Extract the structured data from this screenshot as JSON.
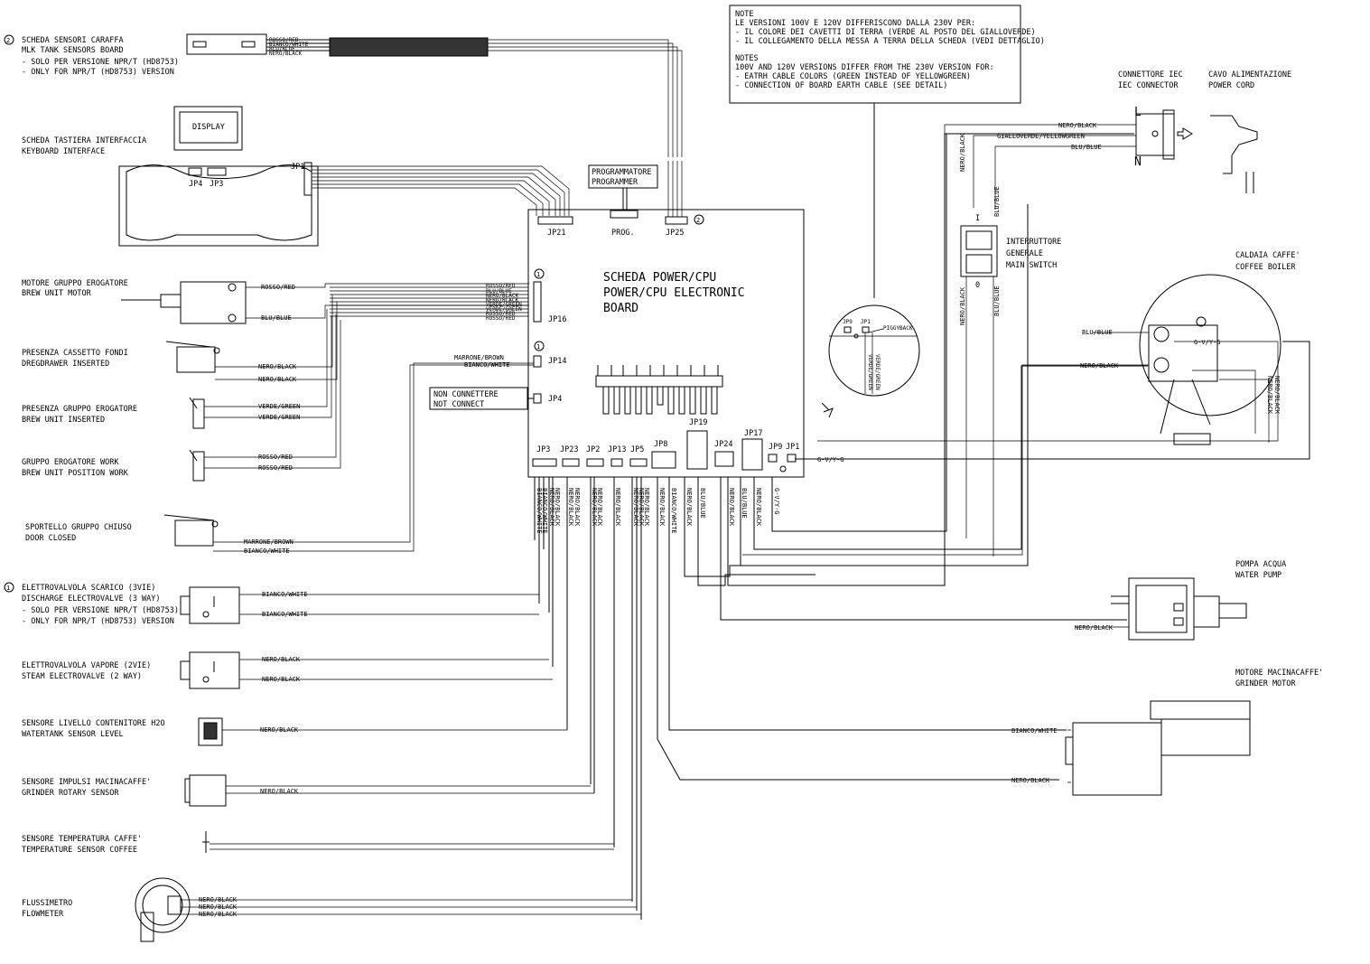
{
  "note": {
    "lines": [
      "NOTE",
      "LE VERSIONI 100V E 120V DIFFERISCONO DALLA 230V PER:",
      "- IL COLORE DEI CAVETTI DI TERRA (VERDE AL POSTO DEL GIALLOVERDE)",
      "- IL COLLEGAMENTO DELLA MESSA A TERRA DELLA SCHEDA (VEDI DETTAGLIO)",
      "",
      "NOTES",
      "100V AND 120V VERSIONS DIFFER FROM THE 230V VERSION FOR:",
      "- EATRH CABLE COLORS (GREEN INSTEAD OF YELLOWGREEN)",
      "- CONNECTION OF BOARD EARTH CABLE (SEE DETAIL)"
    ]
  },
  "board": {
    "title": [
      "SCHEDA POWER/CPU",
      "POWER/CPU ELECTRONIC",
      "BOARD"
    ],
    "jp21": "JP21",
    "prog": "PROG.",
    "jp25": "JP25",
    "jp16": "JP16",
    "jp14": "JP14",
    "jp4": "JP4",
    "bottom_connectors": [
      "JP3",
      "JP23",
      "JP2",
      "JP13",
      "JP5",
      "JP8",
      "JP19",
      "JP24",
      "JP17",
      "JP9",
      "JP1"
    ],
    "programmer": [
      "PROGRAMMATORE",
      "PROGRAMMER"
    ],
    "not_connect": [
      "NON CONNETTERE",
      "NOT CONNECT"
    ],
    "circle_mark": "1",
    "circle_mark2": "2"
  },
  "components_left": [
    {
      "lines": [
        "SCHEDA SENSORI CARAFFA",
        "MLK TANK SENSORS BOARD",
        "- SOLO PER VERSIONE NPR/T (HD8753)",
        "- ONLY FOR NPR/T (HD8753) VERSION"
      ],
      "mark": "2"
    },
    {
      "lines": [
        "SCHEDA TASTIERA INTERFACCIA",
        "KEYBOARD INTERFACE"
      ]
    },
    {
      "lines": [
        "MOTORE GRUPPO EROGATORE",
        "BREW UNIT MOTOR"
      ]
    },
    {
      "lines": [
        "PRESENZA CASSETTO FONDI",
        "DREGDRAWER INSERTED"
      ]
    },
    {
      "lines": [
        "PRESENZA GRUPPO EROGATORE",
        "BREW UNIT INSERTED"
      ]
    },
    {
      "lines": [
        "GRUPPO EROGATORE WORK",
        "BREW UNIT POSITION WORK"
      ]
    },
    {
      "lines": [
        "SPORTELLO GRUPPO CHIUSO",
        "DOOR CLOSED"
      ]
    },
    {
      "lines": [
        "ELETTROVALVOLA SCARICO (3VIE)",
        "DISCHARGE ELECTROVALVE (3 WAY)",
        "- SOLO PER VERSIONE NPR/T (HD8753)",
        "- ONLY FOR NPR/T (HD8753) VERSION"
      ],
      "mark": "1"
    },
    {
      "lines": [
        "ELETTROVALVOLA VAPORE (2VIE)",
        "STEAM ELECTROVALVE (2 WAY)"
      ]
    },
    {
      "lines": [
        "SENSORE LIVELLO CONTENITORE H2O",
        "WATERTANK SENSOR LEVEL"
      ]
    },
    {
      "lines": [
        "SENSORE IMPULSI MACINACAFFE'",
        "GRINDER ROTARY SENSOR"
      ]
    },
    {
      "lines": [
        "SENSORE TEMPERATURA CAFFE'",
        "TEMPERATURE SENSOR COFFEE"
      ]
    },
    {
      "lines": [
        "FLUSSIMETRO",
        "FLOWMETER"
      ]
    }
  ],
  "components_right": {
    "iec": [
      "CONNETTORE IEC",
      "IEC CONNECTOR"
    ],
    "cord": [
      "CAVO ALIMENTAZIONE",
      "POWER CORD"
    ],
    "switch": [
      "INTERRUTTORE",
      "GENERALE",
      "MAIN SWITCH"
    ],
    "boiler": [
      "CALDAIA CAFFE'",
      "COFFEE BOILER"
    ],
    "pump": [
      "POMPA ACQUA",
      "WATER PUMP"
    ],
    "grinder": [
      "MOTORE MACINACAFFE'",
      "GRINDER MOTOR"
    ]
  },
  "display": {
    "label": "DISPLAY",
    "jp4": "JP4",
    "jp3": "JP3",
    "jp1": "JP1"
  },
  "wires": {
    "rosso_red": "ROSSO/RED",
    "blu_blue": "BLU/BLUE",
    "nero_black": "NERO/BLACK",
    "verde_green": "VERDE/GREEN",
    "marrone_brown": "MARRONE/BROWN",
    "bianco_white": "BIANCO/WHITE",
    "gv": "G-V/Y-G",
    "giallo": "GIALLOVERDE/YELLOWGREEN",
    "verde_green_v": "VERDE/GREEN",
    "piggyback": "PIGGYBACK"
  },
  "detail": {
    "jp9": "JP9",
    "jp1": "JP1"
  },
  "switch_marks": {
    "l": "L",
    "n": "N",
    "one": "I",
    "zero": "0"
  }
}
